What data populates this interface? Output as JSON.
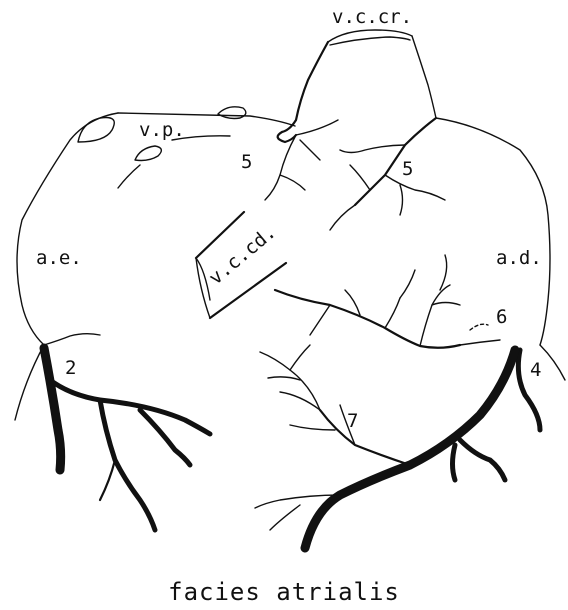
{
  "labels": {
    "vccr": "v.c.cr.",
    "vp": "v.p.",
    "ae": "a.e.",
    "ad": "a.d.",
    "vccd": "v.c.cd.",
    "n5a": "5",
    "n5b": "5",
    "n2": "2",
    "n4": "4",
    "n6": "6",
    "n7": "7"
  },
  "caption": "facies atrialis"
}
